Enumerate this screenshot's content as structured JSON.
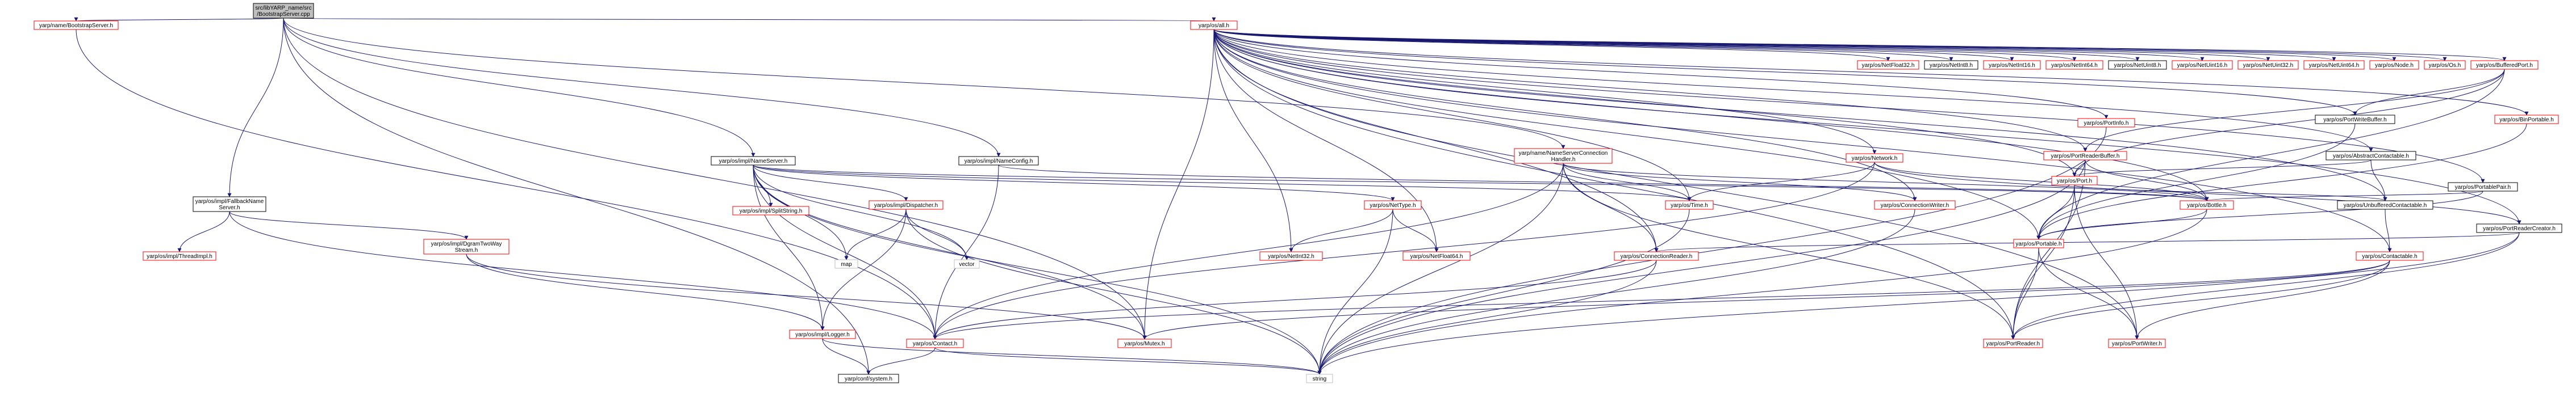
{
  "nodes": [
    {
      "id": "root",
      "lines": [
        "src/libYARP_name/src",
        "/BootstrapServer.cpp"
      ],
      "kind": "root"
    },
    {
      "id": "bootstrapserver_h",
      "lines": [
        "yarp/name/BootstrapServer.h"
      ],
      "kind": "red"
    },
    {
      "id": "all_h",
      "lines": [
        "yarp/os/all.h"
      ],
      "kind": "red"
    },
    {
      "id": "fallbacknameserver_h",
      "lines": [
        "yarp/os/impl/FallbackName",
        "Server.h"
      ],
      "kind": "black"
    },
    {
      "id": "nameserver_h",
      "lines": [
        "yarp/os/impl/NameServer.h"
      ],
      "kind": "black"
    },
    {
      "id": "nameconfig_h",
      "lines": [
        "yarp/os/impl/NameConfig.h"
      ],
      "kind": "black"
    },
    {
      "id": "nsch_h",
      "lines": [
        "yarp/name/NameServerConnection",
        "Handler.h"
      ],
      "kind": "red"
    },
    {
      "id": "threadimpl_h",
      "lines": [
        "yarp/os/impl/ThreadImpl.h"
      ],
      "kind": "red"
    },
    {
      "id": "dgramtwoway_h",
      "lines": [
        "yarp/os/impl/DgramTwoWay",
        "Stream.h"
      ],
      "kind": "red"
    },
    {
      "id": "splitstring_h",
      "lines": [
        "yarp/os/impl/SplitString.h"
      ],
      "kind": "red"
    },
    {
      "id": "dispatcher_h",
      "lines": [
        "yarp/os/impl/Dispatcher.h"
      ],
      "kind": "red"
    },
    {
      "id": "map",
      "lines": [
        "map"
      ],
      "kind": "gray"
    },
    {
      "id": "vector",
      "lines": [
        "vector"
      ],
      "kind": "gray"
    },
    {
      "id": "logger_h",
      "lines": [
        "yarp/os/impl/Logger.h"
      ],
      "kind": "red"
    },
    {
      "id": "nettype_h",
      "lines": [
        "yarp/os/NetType.h"
      ],
      "kind": "red"
    },
    {
      "id": "netint32_h",
      "lines": [
        "yarp/os/NetInt32.h"
      ],
      "kind": "red"
    },
    {
      "id": "netfloat64_h",
      "lines": [
        "yarp/os/NetFloat64.h"
      ],
      "kind": "red"
    },
    {
      "id": "time_h",
      "lines": [
        "yarp/os/Time.h"
      ],
      "kind": "red"
    },
    {
      "id": "connectionwriter_h",
      "lines": [
        "yarp/os/ConnectionWriter.h"
      ],
      "kind": "red"
    },
    {
      "id": "connectionreader_h",
      "lines": [
        "yarp/os/ConnectionReader.h"
      ],
      "kind": "red"
    },
    {
      "id": "mutex_h",
      "lines": [
        "yarp/os/Mutex.h"
      ],
      "kind": "red"
    },
    {
      "id": "contact_h",
      "lines": [
        "yarp/os/Contact.h"
      ],
      "kind": "red"
    },
    {
      "id": "system_h",
      "lines": [
        "yarp/conf/system.h"
      ],
      "kind": "black"
    },
    {
      "id": "string",
      "lines": [
        "string"
      ],
      "kind": "gray"
    },
    {
      "id": "bottle_h",
      "lines": [
        "yarp/os/Bottle.h"
      ],
      "kind": "red"
    },
    {
      "id": "network_h",
      "lines": [
        "yarp/os/Network.h"
      ],
      "kind": "red"
    },
    {
      "id": "portinfo_h",
      "lines": [
        "yarp/os/PortInfo.h"
      ],
      "kind": "red"
    },
    {
      "id": "abstractcontactable_h",
      "lines": [
        "yarp/os/AbstractContactable.h"
      ],
      "kind": "black"
    },
    {
      "id": "unbufferedcontactable_h",
      "lines": [
        "yarp/os/UnbufferedContactable.h"
      ],
      "kind": "black"
    },
    {
      "id": "contactable_h",
      "lines": [
        "yarp/os/Contactable.h"
      ],
      "kind": "red"
    },
    {
      "id": "portablepair_h",
      "lines": [
        "yarp/os/PortablePair.h"
      ],
      "kind": "black"
    },
    {
      "id": "portreadercreator_h",
      "lines": [
        "yarp/os/PortReaderCreator.h"
      ],
      "kind": "black"
    },
    {
      "id": "portreaderbuffer_h",
      "lines": [
        "yarp/os/PortReaderBuffer.h"
      ],
      "kind": "red"
    },
    {
      "id": "port_h",
      "lines": [
        "yarp/os/Port.h"
      ],
      "kind": "red"
    },
    {
      "id": "portable_h",
      "lines": [
        "yarp/os/Portable.h"
      ],
      "kind": "red"
    },
    {
      "id": "portreader_h",
      "lines": [
        "yarp/os/PortReader.h"
      ],
      "kind": "red"
    },
    {
      "id": "portwriter_h",
      "lines": [
        "yarp/os/PortWriter.h"
      ],
      "kind": "red"
    },
    {
      "id": "netfloat32_h",
      "lines": [
        "yarp/os/NetFloat32.h"
      ],
      "kind": "red"
    },
    {
      "id": "netint8_h",
      "lines": [
        "yarp/os/NetInt8.h"
      ],
      "kind": "black"
    },
    {
      "id": "netint16_h",
      "lines": [
        "yarp/os/NetInt16.h"
      ],
      "kind": "red"
    },
    {
      "id": "netint64_h",
      "lines": [
        "yarp/os/NetInt64.h"
      ],
      "kind": "red"
    },
    {
      "id": "netuint8_h",
      "lines": [
        "yarp/os/NetUint8.h"
      ],
      "kind": "black"
    },
    {
      "id": "netuint16_h",
      "lines": [
        "yarp/os/NetUint16.h"
      ],
      "kind": "red"
    },
    {
      "id": "netuint32_h",
      "lines": [
        "yarp/os/NetUint32.h"
      ],
      "kind": "red"
    },
    {
      "id": "netuint64_h",
      "lines": [
        "yarp/os/NetUint64.h"
      ],
      "kind": "red"
    },
    {
      "id": "node_h",
      "lines": [
        "yarp/os/Node.h"
      ],
      "kind": "red"
    },
    {
      "id": "os_h",
      "lines": [
        "yarp/os/Os.h"
      ],
      "kind": "red"
    },
    {
      "id": "bufferedport_h",
      "lines": [
        "yarp/os/BufferedPort.h"
      ],
      "kind": "red"
    },
    {
      "id": "portwritebuffer_h",
      "lines": [
        "yarp/os/PortWriteBuffer.h"
      ],
      "kind": "black"
    },
    {
      "id": "binportable_h",
      "lines": [
        "yarp/os/BinPortable.h"
      ],
      "kind": "red"
    }
  ],
  "edges": [
    [
      "root",
      "bootstrapserver_h"
    ],
    [
      "root",
      "all_h"
    ],
    [
      "root",
      "fallbacknameserver_h"
    ],
    [
      "root",
      "nameserver_h"
    ],
    [
      "root",
      "nameconfig_h"
    ],
    [
      "root",
      "nsch_h"
    ],
    [
      "root",
      "system_h"
    ],
    [
      "root",
      "mutex_h"
    ],
    [
      "bootstrapserver_h",
      "contact_h"
    ],
    [
      "fallbacknameserver_h",
      "threadimpl_h"
    ],
    [
      "fallbacknameserver_h",
      "dgramtwoway_h"
    ],
    [
      "fallbacknameserver_h",
      "contact_h"
    ],
    [
      "dgramtwoway_h",
      "logger_h"
    ],
    [
      "dgramtwoway_h",
      "mutex_h"
    ],
    [
      "nameserver_h",
      "splitstring_h"
    ],
    [
      "nameserver_h",
      "dispatcher_h"
    ],
    [
      "nameserver_h",
      "map"
    ],
    [
      "nameserver_h",
      "vector"
    ],
    [
      "nameserver_h",
      "nettype_h"
    ],
    [
      "nameserver_h",
      "time_h"
    ],
    [
      "nameserver_h",
      "bottle_h"
    ],
    [
      "nameserver_h",
      "mutex_h"
    ],
    [
      "nameserver_h",
      "contact_h"
    ],
    [
      "nameserver_h",
      "logger_h"
    ],
    [
      "nameserver_h",
      "string"
    ],
    [
      "dispatcher_h",
      "map"
    ],
    [
      "dispatcher_h",
      "vector"
    ],
    [
      "dispatcher_h",
      "logger_h"
    ],
    [
      "dispatcher_h",
      "string"
    ],
    [
      "logger_h",
      "string"
    ],
    [
      "logger_h",
      "system_h"
    ],
    [
      "nettype_h",
      "netint32_h"
    ],
    [
      "nettype_h",
      "netfloat64_h"
    ],
    [
      "nettype_h",
      "string"
    ],
    [
      "time_h",
      "string"
    ],
    [
      "nameconfig_h",
      "contact_h"
    ],
    [
      "nameconfig_h",
      "bottle_h"
    ],
    [
      "nsch_h",
      "connectionwriter_h"
    ],
    [
      "nsch_h",
      "connectionreader_h"
    ],
    [
      "nsch_h",
      "bottle_h"
    ],
    [
      "nsch_h",
      "time_h"
    ],
    [
      "nsch_h",
      "contact_h"
    ],
    [
      "nsch_h",
      "portreader_h"
    ],
    [
      "nsch_h",
      "string"
    ],
    [
      "connectionwriter_h",
      "string"
    ],
    [
      "connectionreader_h",
      "contact_h"
    ],
    [
      "connectionreader_h",
      "string"
    ],
    [
      "contact_h",
      "system_h"
    ],
    [
      "contact_h",
      "string"
    ],
    [
      "bottle_h",
      "portable_h"
    ],
    [
      "bottle_h",
      "string"
    ],
    [
      "network_h",
      "time_h"
    ],
    [
      "network_h",
      "bottle_h"
    ],
    [
      "network_h",
      "contact_h"
    ],
    [
      "network_h",
      "portreadercreator_h"
    ],
    [
      "all_h",
      "portinfo_h"
    ],
    [
      "all_h",
      "network_h"
    ],
    [
      "all_h",
      "abstractcontactable_h"
    ],
    [
      "all_h",
      "portablepair_h"
    ],
    [
      "all_h",
      "portreaderbuffer_h"
    ],
    [
      "all_h",
      "port_h"
    ],
    [
      "all_h",
      "netfloat32_h"
    ],
    [
      "all_h",
      "netint8_h"
    ],
    [
      "all_h",
      "netint16_h"
    ],
    [
      "all_h",
      "netint64_h"
    ],
    [
      "all_h",
      "netuint8_h"
    ],
    [
      "all_h",
      "netuint16_h"
    ],
    [
      "all_h",
      "netuint32_h"
    ],
    [
      "all_h",
      "netuint64_h"
    ],
    [
      "all_h",
      "node_h"
    ],
    [
      "all_h",
      "os_h"
    ],
    [
      "all_h",
      "bufferedport_h"
    ],
    [
      "all_h",
      "portwritebuffer_h"
    ],
    [
      "all_h",
      "binportable_h"
    ],
    [
      "all_h",
      "bottle_h"
    ],
    [
      "all_h",
      "time_h"
    ],
    [
      "all_h",
      "netint32_h"
    ],
    [
      "all_h",
      "netfloat64_h"
    ],
    [
      "all_h",
      "connectionwriter_h"
    ],
    [
      "all_h",
      "connectionreader_h"
    ],
    [
      "all_h",
      "contactable_h"
    ],
    [
      "all_h",
      "unbufferedcontactable_h"
    ],
    [
      "all_h",
      "portable_h"
    ],
    [
      "all_h",
      "portreader_h"
    ],
    [
      "all_h",
      "portwriter_h"
    ],
    [
      "all_h",
      "mutex_h"
    ],
    [
      "all_h",
      "portreadercreator_h"
    ],
    [
      "portinfo_h",
      "string"
    ],
    [
      "abstractcontactable_h",
      "port_h"
    ],
    [
      "abstractcontactable_h",
      "unbufferedcontactable_h"
    ],
    [
      "unbufferedcontactable_h",
      "contactable_h"
    ],
    [
      "contactable_h",
      "contact_h"
    ],
    [
      "contactable_h",
      "mutex_h"
    ],
    [
      "contactable_h",
      "portreader_h"
    ],
    [
      "contactable_h",
      "portwriter_h"
    ],
    [
      "portablepair_h",
      "portable_h"
    ],
    [
      "portablepair_h",
      "bottle_h"
    ],
    [
      "portreadercreator_h",
      "portreader_h"
    ],
    [
      "portreadercreator_h",
      "connectionreader_h"
    ],
    [
      "portreadercreator_h",
      "string"
    ],
    [
      "portreaderbuffer_h",
      "port_h"
    ],
    [
      "portreaderbuffer_h",
      "portreader_h"
    ],
    [
      "portreaderbuffer_h",
      "string"
    ],
    [
      "portreaderbuffer_h",
      "bottle_h"
    ],
    [
      "port_h",
      "unbufferedcontactable_h"
    ],
    [
      "port_h",
      "portable_h"
    ],
    [
      "port_h",
      "portreader_h"
    ],
    [
      "port_h",
      "portwriter_h"
    ],
    [
      "portable_h",
      "portreader_h"
    ],
    [
      "portable_h",
      "portwriter_h"
    ],
    [
      "bufferedport_h",
      "portreaderbuffer_h"
    ],
    [
      "bufferedport_h",
      "portwritebuffer_h"
    ],
    [
      "bufferedport_h",
      "port_h"
    ],
    [
      "bufferedport_h",
      "portable_h"
    ],
    [
      "portwritebuffer_h",
      "portable_h"
    ],
    [
      "binportable_h",
      "portable_h"
    ]
  ],
  "colors": {
    "edge": "#191970",
    "red_border": "#ff0000",
    "black_border": "#000000",
    "gray_border": "#bfbfbf",
    "root_fill": "#bfbfbf",
    "text": "#000000"
  }
}
